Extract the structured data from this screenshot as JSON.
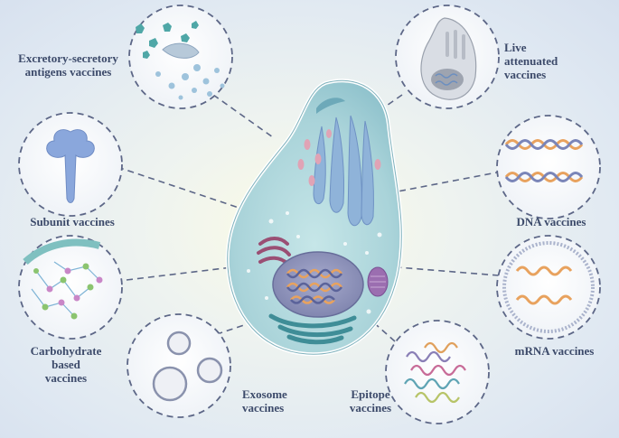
{
  "diagram": {
    "labels": {
      "excretory_secretory": "Excretory-secretory\nantigens vaccines",
      "live_attenuated": "Live\nattenuated\nvaccines",
      "subunit": "Subunit vaccines",
      "dna": "DNA vaccines",
      "carbohydrate": "Carbohydrate\nbased\nvaccines",
      "mrna": "mRNA vaccines",
      "exosome": "Exosome\nvaccines",
      "epitope": "Epitope\nvaccines"
    },
    "colors": {
      "label_text": "#3c4a6a",
      "circle_border": "#5d6787",
      "cell_body": "#a9d3d9",
      "nucleus": "#8a8fb6",
      "helix_orange": "#e8a25e",
      "helix_blue": "#7a85b8"
    }
  }
}
